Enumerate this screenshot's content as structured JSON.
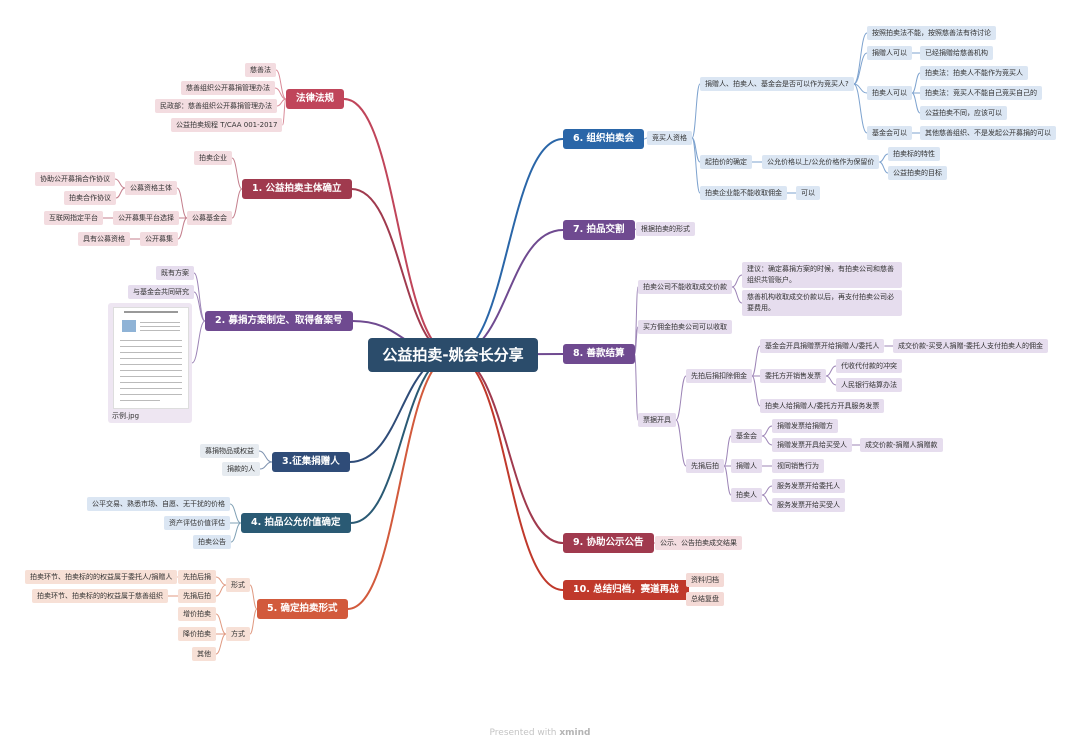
{
  "root": "公益拍卖-姚会长分享",
  "branches": {
    "law": {
      "title": "法律法规",
      "items": [
        "慈善法",
        "慈善组织公开募捐管理办法",
        "民政部：慈善组织公开募捐管理办法",
        "公益拍卖规程 T/CAA 001-2017"
      ]
    },
    "b1": {
      "title": "1. 公益拍卖主体确立",
      "auction_company": "拍卖企业",
      "fund": "公募基金会",
      "qualification": "公募资格主体",
      "cooperate_agreement": "协助公开募捐合作协议",
      "auction_agreement": "拍卖合作协议",
      "platform_select": "公开募集平台选择",
      "internet_platform": "互联网指定平台",
      "public_raise": "公开募集",
      "has_qualification": "具有公募资格"
    },
    "b2": {
      "title": "2. 募捐方案制定、取得备案号",
      "items": [
        "既有方案",
        "与基金会共同研究"
      ],
      "image_caption": "示例.jpg"
    },
    "b3": {
      "title": "3.征集捐赠人",
      "items": [
        "募捐物品或权益",
        "捐款的人"
      ]
    },
    "b4": {
      "title": "4. 拍品公允价值确定",
      "items": [
        "公平交易、熟悉市场、自愿、无干扰的价格",
        "资产评估价值评估",
        "拍卖公告"
      ]
    },
    "b5": {
      "title": "5. 确定拍卖形式",
      "form": "形式",
      "first_auction": "先拍后捐",
      "first_auction_desc": "拍卖环节、拍卖标的的权益属于委托人/捐赠人",
      "first_donate": "先捐后拍",
      "first_donate_desc": "拍卖环节、拍卖标的的权益属于慈善组织",
      "method": "方式",
      "methods": [
        "增价拍卖",
        "降价拍卖",
        "其他"
      ]
    },
    "b6": {
      "title": "6. 组织拍卖会",
      "bidder": "竞买人资格",
      "q1": "捐赠人、拍卖人、基金会是否可以作为竞买人?",
      "law_unclear": "按照拍卖法不能，按照慈善法有待讨论",
      "donor_can": "捐赠人可以",
      "donor_can_desc": "已经捐赠给慈善机构",
      "auctioneer_can": "拍卖人可以",
      "auctioneer_1": "拍卖法：拍卖人不能作为竞买人",
      "auctioneer_2": "拍卖法：竞买人不能自己竞买自己的",
      "auctioneer_3": "公益拍卖不同，应该可以",
      "fund_can": "基金会可以",
      "fund_can_desc": "其他慈善组织、不是发起公开募捐的可以",
      "start_price": "起拍价的确定",
      "start_price_rule": "公允价格以上/公允价格作为保留价",
      "subject_feature": "拍卖标的特性",
      "auction_goal": "公益拍卖的目标",
      "no_commission": "拍卖企业能不能收取佣金",
      "ok": "可以"
    },
    "b7": {
      "title": "7. 拍品交割",
      "desc": "根据拍卖的形式"
    },
    "b8": {
      "title": "8. 善款结算",
      "cannot_collect": "拍卖公司不能收取成交价款",
      "suggestion": "建议：确定募捐方案的时候，有拍卖公司和慈善组织共管账户。",
      "after_collect": "慈善机构收取成交价款以后，再支付拍卖公司必要费用。",
      "buyer_pay": "买方佣金拍卖公司可以收取",
      "invoice": "票据开具",
      "auction_first": "先拍后捐扣除佣金",
      "fund_issue": "基金会开具捐赠票开给捐赠人/委托人",
      "fund_issue_detail": "成交价款-买受人捐赠-委托人支付拍卖人的佣金",
      "delegate_sell": "委托方开销售发票",
      "collect_for": "代收代付款的冲突",
      "bank_settle": "人民银行结算办法",
      "auctioneer_invoice": "拍卖人给捐赠人/委托方开具服务发票",
      "donate_first": "先捐后拍",
      "fund": "基金会",
      "fund_to_donor": "捐赠发票给捐赠方",
      "fund_to_buyer": "捐赠发票开具给买受人",
      "fund_to_buyer_detail": "成交价款-捐赠人捐赠款",
      "donor": "捐赠人",
      "donor_as_sale": "视同销售行为",
      "auctioneer": "拍卖人",
      "service_to_delegate": "服务发票开给委托人",
      "service_to_buyer": "服务发票开给买受人"
    },
    "b9": {
      "title": "9. 协助公示公告",
      "desc": "公示、公告拍卖成交结果"
    },
    "b10": {
      "title": "10. 总结归档，赛道再战",
      "items": [
        "资料归档",
        "总结复盘"
      ]
    }
  },
  "watermark": {
    "prefix": "Presented with ",
    "brand": "xmind"
  }
}
